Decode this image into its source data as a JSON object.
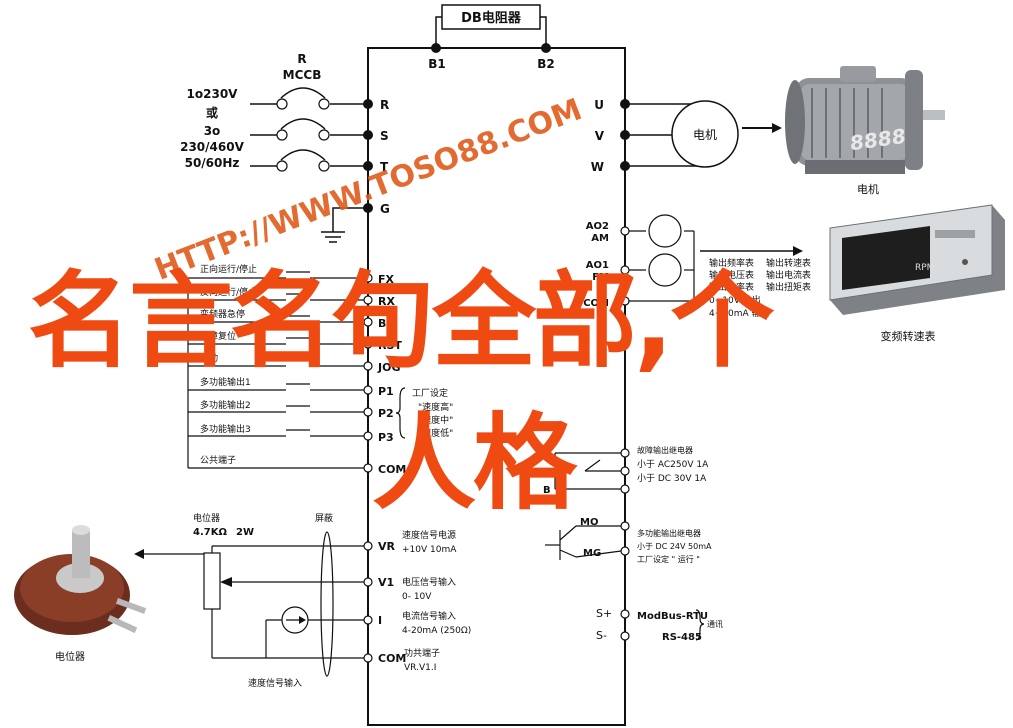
{
  "db": {
    "title": "DB电阻器",
    "b1": "B1",
    "b2": "B2"
  },
  "breaker": {
    "r": "R",
    "name": "MCCB"
  },
  "supply": {
    "l1": "1o230V",
    "l2": "或",
    "l3": "3o",
    "l4": "230/460V",
    "l5": "50/60Hz"
  },
  "terminals_left": {
    "r": "R",
    "s": "S",
    "t": "T",
    "g": "G",
    "fx": "FX",
    "rx": "RX",
    "bx": "BX",
    "rst": "RST",
    "jog": "JOG",
    "p1": "P1",
    "p2": "P2",
    "p3": "P3",
    "com": "COM",
    "vr": "VR",
    "v1": "V1",
    "i": "I",
    "com2": "COM"
  },
  "terminals_right": {
    "u": "U",
    "v": "V",
    "w": "W",
    "ao2": "AO2",
    "am": "AM",
    "ao1": "AO1",
    "fm": "FM",
    "com": "COM",
    "a": "A",
    "c": "C",
    "b": "B",
    "mo": "MO",
    "mg": "MG",
    "sp": "S+",
    "sm": "S-"
  },
  "inputs": {
    "fx": "正向运行/停止",
    "rx": "反向运行/停止",
    "bx": "变频器急停",
    "rst": "故障复位",
    "jog": "点动",
    "p1": "多功能输出1",
    "p2": "多功能输出2",
    "p3": "多功能输出3",
    "com": "公共端子",
    "factory": "工厂设定",
    "speed1": "\"速度高\"",
    "speed2": "\"速度中\"",
    "speed3": "\"速度低\""
  },
  "motor": {
    "circle": "电机",
    "label": "电机"
  },
  "meter": {
    "display": "8888",
    "unit": "RPM",
    "label": "变频转速表"
  },
  "analog_out": {
    "l1": "输出频率表",
    "l2": "输出转速表",
    "l3": "输出电压表",
    "l4": "输出电流表",
    "l5": "输出功率表",
    "l6": "输出扭矩表",
    "f1": "0~10V 输出",
    "f2": "4~20mA 输出"
  },
  "relay": {
    "l1": "故障输出继电器",
    "l2": "小于 AC250V 1A",
    "l3": "小于 DC 30V 1A"
  },
  "mo": {
    "l1": "多功能输出继电器",
    "l2": "小于 DC 24V 50mA",
    "l3": "工厂设定 \" 运行 \""
  },
  "comm": {
    "l1": "ModBus-RTU",
    "l2": "RS-485",
    "l3": "通讯"
  },
  "pot": {
    "l1": "电位器",
    "l2": "4.7KΩ",
    "l3": "2W",
    "shield": "屏蔽",
    "label": "电位器"
  },
  "analog_in": {
    "vr1": "速度信号电源",
    "vr2": "+10V 10mA",
    "v11": "电压信号输入",
    "v12": "0- 10V",
    "i1": "电流信号输入",
    "i2": "4-20mA (250Ω)",
    "c1": "功共端子",
    "c2": "VR.V1.I",
    "bottom": "速度信号输入"
  },
  "overlay": {
    "line1": "名言名句全部,个",
    "line2": "人格"
  },
  "watermark": "HTTP://WWW.TOSO88.COM",
  "colors": {
    "accent": "#ee4a12",
    "line": "#111111"
  }
}
